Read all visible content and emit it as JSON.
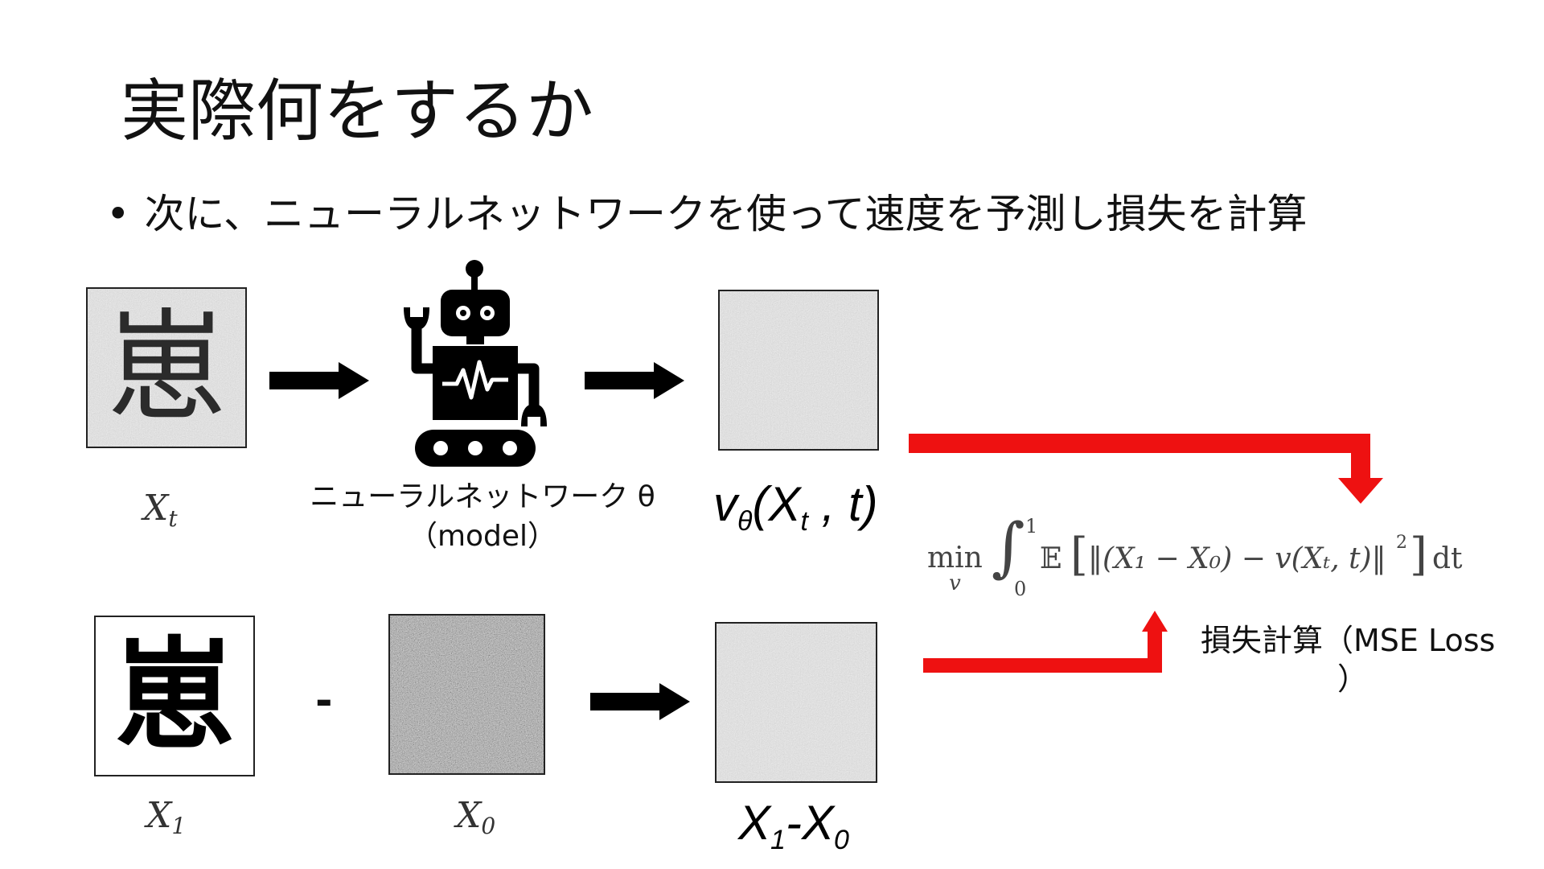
{
  "slide": {
    "title": "実際何をするか",
    "bullet": "次に、ニューラルネットワークを使って速度を予測し損失を計算"
  },
  "row1": {
    "xt_kanji": "崽",
    "xt_label": {
      "base": "X",
      "sub": "t"
    },
    "nn_label": "ニューラルネットワーク θ",
    "nn_sublabel": "（model）",
    "v_expr": {
      "v": "v",
      "theta": "θ",
      "open": "(",
      "x": "X",
      "xsub": "t",
      "sep": " , ",
      "t": "t",
      "close": ")"
    }
  },
  "row2": {
    "x1_kanji": "崽",
    "x1_label": {
      "base": "X",
      "sub": "1"
    },
    "minus": "-",
    "x0_label": {
      "base": "X",
      "sub": "0"
    },
    "diff_expr": {
      "a": "X",
      "asub": "1",
      "minus": "-",
      "b": "X",
      "bsub": "0"
    }
  },
  "loss": {
    "label_line1": "損失計算（MSE Loss",
    "label_line2": "）",
    "formula": {
      "min": "min",
      "min_sub": "v",
      "int_upper": "1",
      "int_lower": "0",
      "expect": "𝔼",
      "body": "(X₁ − X₀) − v(Xₜ, t)",
      "power": "2",
      "dt": "dt"
    }
  },
  "colors": {
    "accent_red": "#ee1111",
    "arrow_black": "#000000"
  },
  "icons": {
    "robot": "robot-icon"
  }
}
